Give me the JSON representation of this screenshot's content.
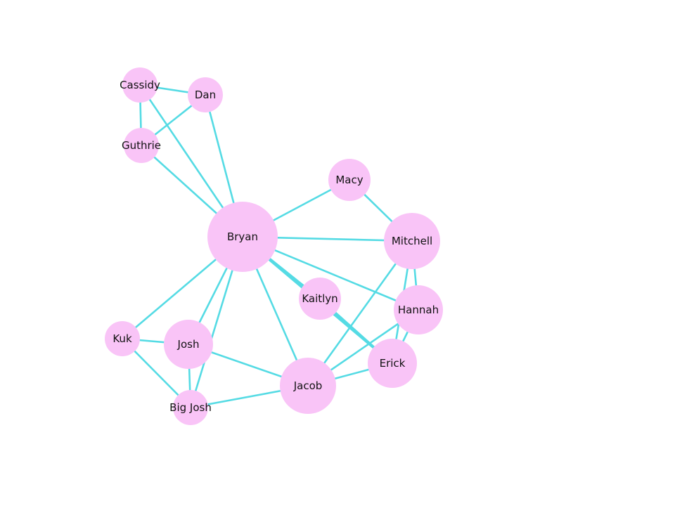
{
  "colors": {
    "node_fill": "#f9c4f7",
    "edge_stroke": "#55dbe4",
    "label_text": "#111111",
    "background": "#ffffff"
  },
  "nodes": [
    {
      "id": "cassidy",
      "label": "Cassidy"
    },
    {
      "id": "dan",
      "label": "Dan"
    },
    {
      "id": "guthrie",
      "label": "Guthrie"
    },
    {
      "id": "macy",
      "label": "Macy"
    },
    {
      "id": "bryan",
      "label": "Bryan"
    },
    {
      "id": "mitchell",
      "label": "Mitchell"
    },
    {
      "id": "kaitlyn",
      "label": "Kaitlyn"
    },
    {
      "id": "hannah",
      "label": "Hannah"
    },
    {
      "id": "kuk",
      "label": "Kuk"
    },
    {
      "id": "josh",
      "label": "Josh"
    },
    {
      "id": "erick",
      "label": "Erick"
    },
    {
      "id": "jacob",
      "label": "Jacob"
    },
    {
      "id": "bigjosh",
      "label": "Big Josh"
    }
  ],
  "edges": [
    [
      "cassidy",
      "dan"
    ],
    [
      "cassidy",
      "guthrie"
    ],
    [
      "cassidy",
      "bryan"
    ],
    [
      "dan",
      "guthrie"
    ],
    [
      "dan",
      "bryan"
    ],
    [
      "guthrie",
      "bryan"
    ],
    [
      "macy",
      "bryan"
    ],
    [
      "macy",
      "mitchell"
    ],
    [
      "bryan",
      "mitchell"
    ],
    [
      "bryan",
      "kaitlyn"
    ],
    [
      "bryan",
      "hannah"
    ],
    [
      "bryan",
      "erick"
    ],
    [
      "bryan",
      "kuk"
    ],
    [
      "bryan",
      "josh"
    ],
    [
      "bryan",
      "bigjosh"
    ],
    [
      "bryan",
      "jacob"
    ],
    [
      "kaitlyn",
      "erick"
    ],
    [
      "mitchell",
      "hannah"
    ],
    [
      "mitchell",
      "erick"
    ],
    [
      "mitchell",
      "jacob"
    ],
    [
      "hannah",
      "erick"
    ],
    [
      "hannah",
      "jacob"
    ],
    [
      "erick",
      "jacob"
    ],
    [
      "kuk",
      "josh"
    ],
    [
      "kuk",
      "bigjosh"
    ],
    [
      "josh",
      "bigjosh"
    ],
    [
      "josh",
      "jacob"
    ],
    [
      "bigjosh",
      "jacob"
    ]
  ]
}
